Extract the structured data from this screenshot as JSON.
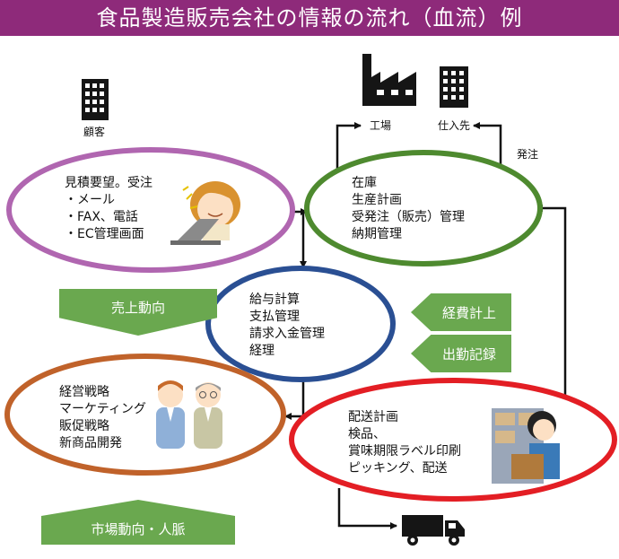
{
  "title": "食品製造販売会社の情報の流れ（血流）例",
  "colors": {
    "title_bg": "#8e2a7a",
    "purple": "#b066b0",
    "green": "#4e8a2f",
    "navy": "#2a4f93",
    "brown": "#c0622a",
    "red": "#e31e24",
    "arrow_green": "#6aa84f"
  },
  "icons": {
    "customer": "building-icon",
    "factory": "factory-icon",
    "supplier": "building-icon",
    "truck": "truck-icon"
  },
  "nodes": {
    "customer_label": "顧客",
    "factory_label": "工場",
    "supplier_label": "仕入先",
    "order_label": "発注"
  },
  "ellipses": {
    "sales": {
      "lines": [
        "見積要望。受注",
        "・メール",
        "・FAX、電話",
        "・EC管理画面"
      ]
    },
    "production": {
      "lines": [
        "在庫",
        "生産計画",
        "受発注（販売）管理",
        "納期管理"
      ]
    },
    "accounting": {
      "lines": [
        "給与計算",
        "支払管理",
        "請求入金管理",
        "経理"
      ]
    },
    "management": {
      "lines": [
        "経営戦略",
        "マーケティング",
        "販促戦略",
        "新商品開発"
      ]
    },
    "logistics": {
      "lines": [
        "配送計画",
        "検品、",
        "賞味期限ラベル印刷",
        "ピッキング、配送"
      ]
    }
  },
  "arrows": {
    "sales_trend": "売上動向",
    "expenses": "経費計上",
    "attendance": "出勤記録",
    "market": "市場動向・人脈"
  }
}
